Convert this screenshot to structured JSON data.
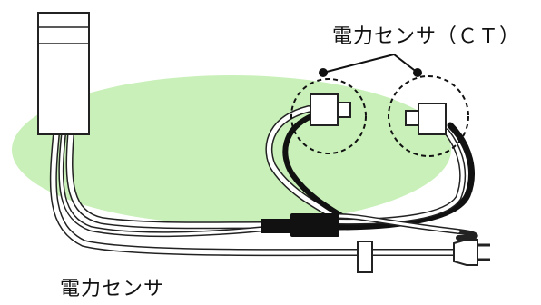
{
  "labels": {
    "ct_sensor": "電力センサ（ＣＴ）",
    "power_sensor": "電力センサ"
  },
  "colors": {
    "highlight": "#c8f0b8",
    "outline": "#222222",
    "cable_dark": "#111111",
    "cable_light": "#ffffff"
  },
  "icons": [
    "power-sensor-unit",
    "ct-clamp",
    "inline-connector",
    "power-plug"
  ]
}
